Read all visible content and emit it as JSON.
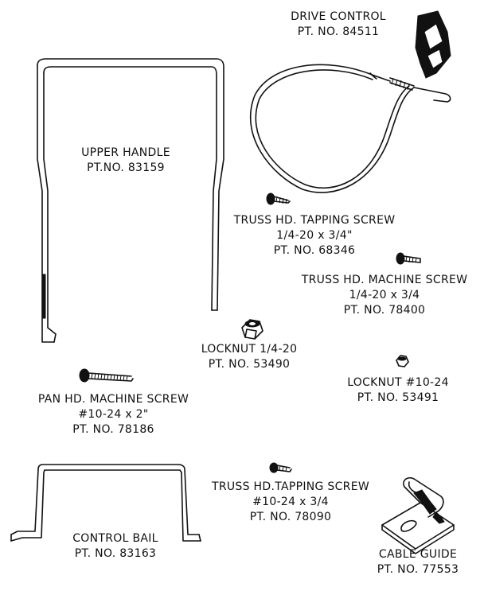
{
  "parts": [
    {
      "id": "drive-control",
      "lines": [
        "DRIVE CONTROL",
        "PT. NO. 84511"
      ]
    },
    {
      "id": "upper-handle",
      "lines": [
        "UPPER HANDLE",
        "PT.NO. 83159"
      ]
    },
    {
      "id": "truss-tapping-screw-1",
      "lines": [
        "TRUSS HD. TAPPING SCREW",
        "1/4-20 x 3/4\"",
        "PT. NO. 68346"
      ]
    },
    {
      "id": "truss-machine-screw",
      "lines": [
        "TRUSS HD. MACHINE SCREW",
        "1/4-20 x 3/4",
        "PT. NO. 78400"
      ]
    },
    {
      "id": "locknut-quarter",
      "lines": [
        "LOCKNUT 1/4-20",
        "PT. NO. 53490"
      ]
    },
    {
      "id": "locknut-10-24",
      "lines": [
        "LOCKNUT #10-24",
        "PT. NO. 53491"
      ]
    },
    {
      "id": "pan-machine-screw",
      "lines": [
        "PAN HD. MACHINE SCREW",
        "#10-24 x 2\"",
        "PT. NO. 78186"
      ]
    },
    {
      "id": "control-bail",
      "lines": [
        "CONTROL BAIL",
        "PT. NO. 83163"
      ]
    },
    {
      "id": "truss-tapping-screw-2",
      "lines": [
        "TRUSS HD.TAPPING SCREW",
        "#10-24 x 3/4",
        "PT. NO. 78090"
      ]
    },
    {
      "id": "cable-guide",
      "lines": [
        "CABLE GUIDE",
        "PT. NO. 77553"
      ]
    }
  ]
}
